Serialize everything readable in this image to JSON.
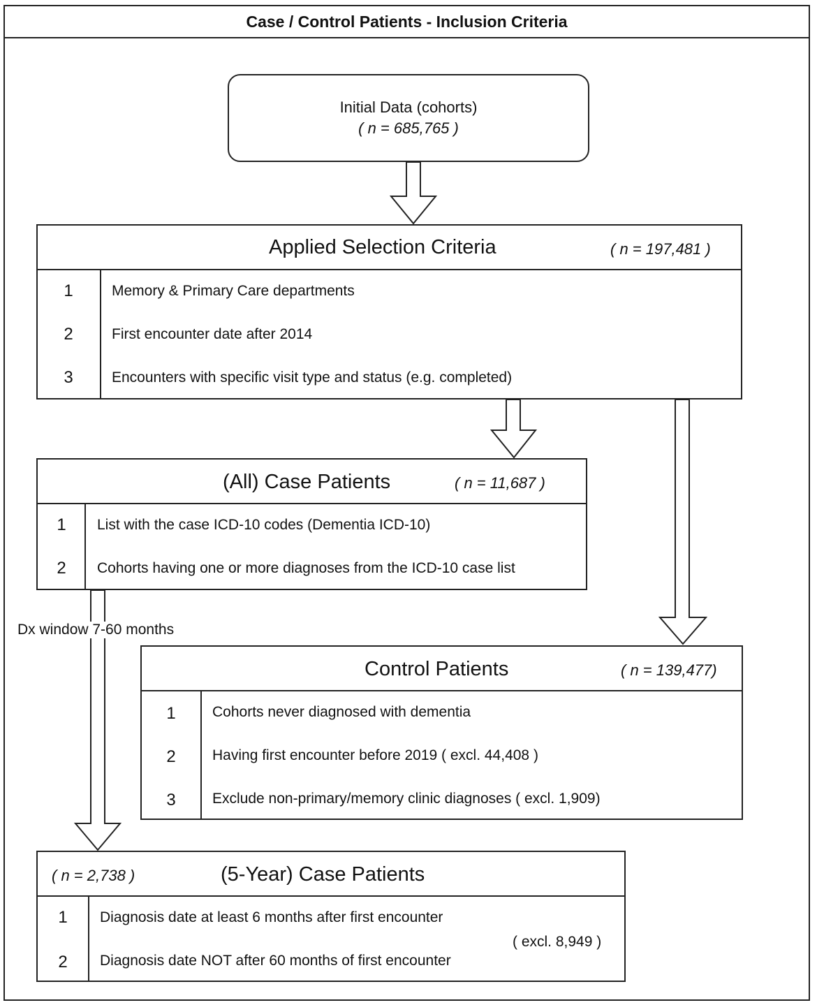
{
  "title": "Case / Control Patients - Inclusion Criteria",
  "initial": {
    "label": "Initial Data (cohorts)",
    "n": "( n = 685,765 )"
  },
  "selection": {
    "title": "Applied Selection Criteria",
    "n": "( n = 197,481 )",
    "rows": [
      {
        "num": "1",
        "text": "Memory & Primary Care departments"
      },
      {
        "num": "2",
        "text": "First encounter date after 2014"
      },
      {
        "num": "3",
        "text": "Encounters with specific visit type and status (e.g. completed)"
      }
    ]
  },
  "all_case": {
    "title": "(All) Case Patients",
    "n": "( n = 11,687 )",
    "rows": [
      {
        "num": "1",
        "text": "List with the case ICD-10 codes (Dementia ICD-10)"
      },
      {
        "num": "2",
        "text": "Cohorts having one or more diagnoses from the ICD-10 case list"
      }
    ]
  },
  "dx_window": "Dx window 7-60 months",
  "control": {
    "title": "Control Patients",
    "n": "( n = 139,477)",
    "rows": [
      {
        "num": "1",
        "text": "Cohorts never diagnosed with dementia"
      },
      {
        "num": "2",
        "text": "Having first encounter before 2019 ( excl. 44,408 )"
      },
      {
        "num": "3",
        "text": "Exclude non-primary/memory clinic diagnoses ( excl. 1,909)"
      }
    ]
  },
  "five_year": {
    "title": "(5-Year) Case Patients",
    "n": "( n = 2,738 )",
    "rows": [
      {
        "num": "1",
        "text": "Diagnosis date at least 6 months after first encounter"
      },
      {
        "num": "2",
        "text": "Diagnosis date NOT after 60 months of first encounter"
      }
    ],
    "excl": "( excl. 8,949 )"
  }
}
